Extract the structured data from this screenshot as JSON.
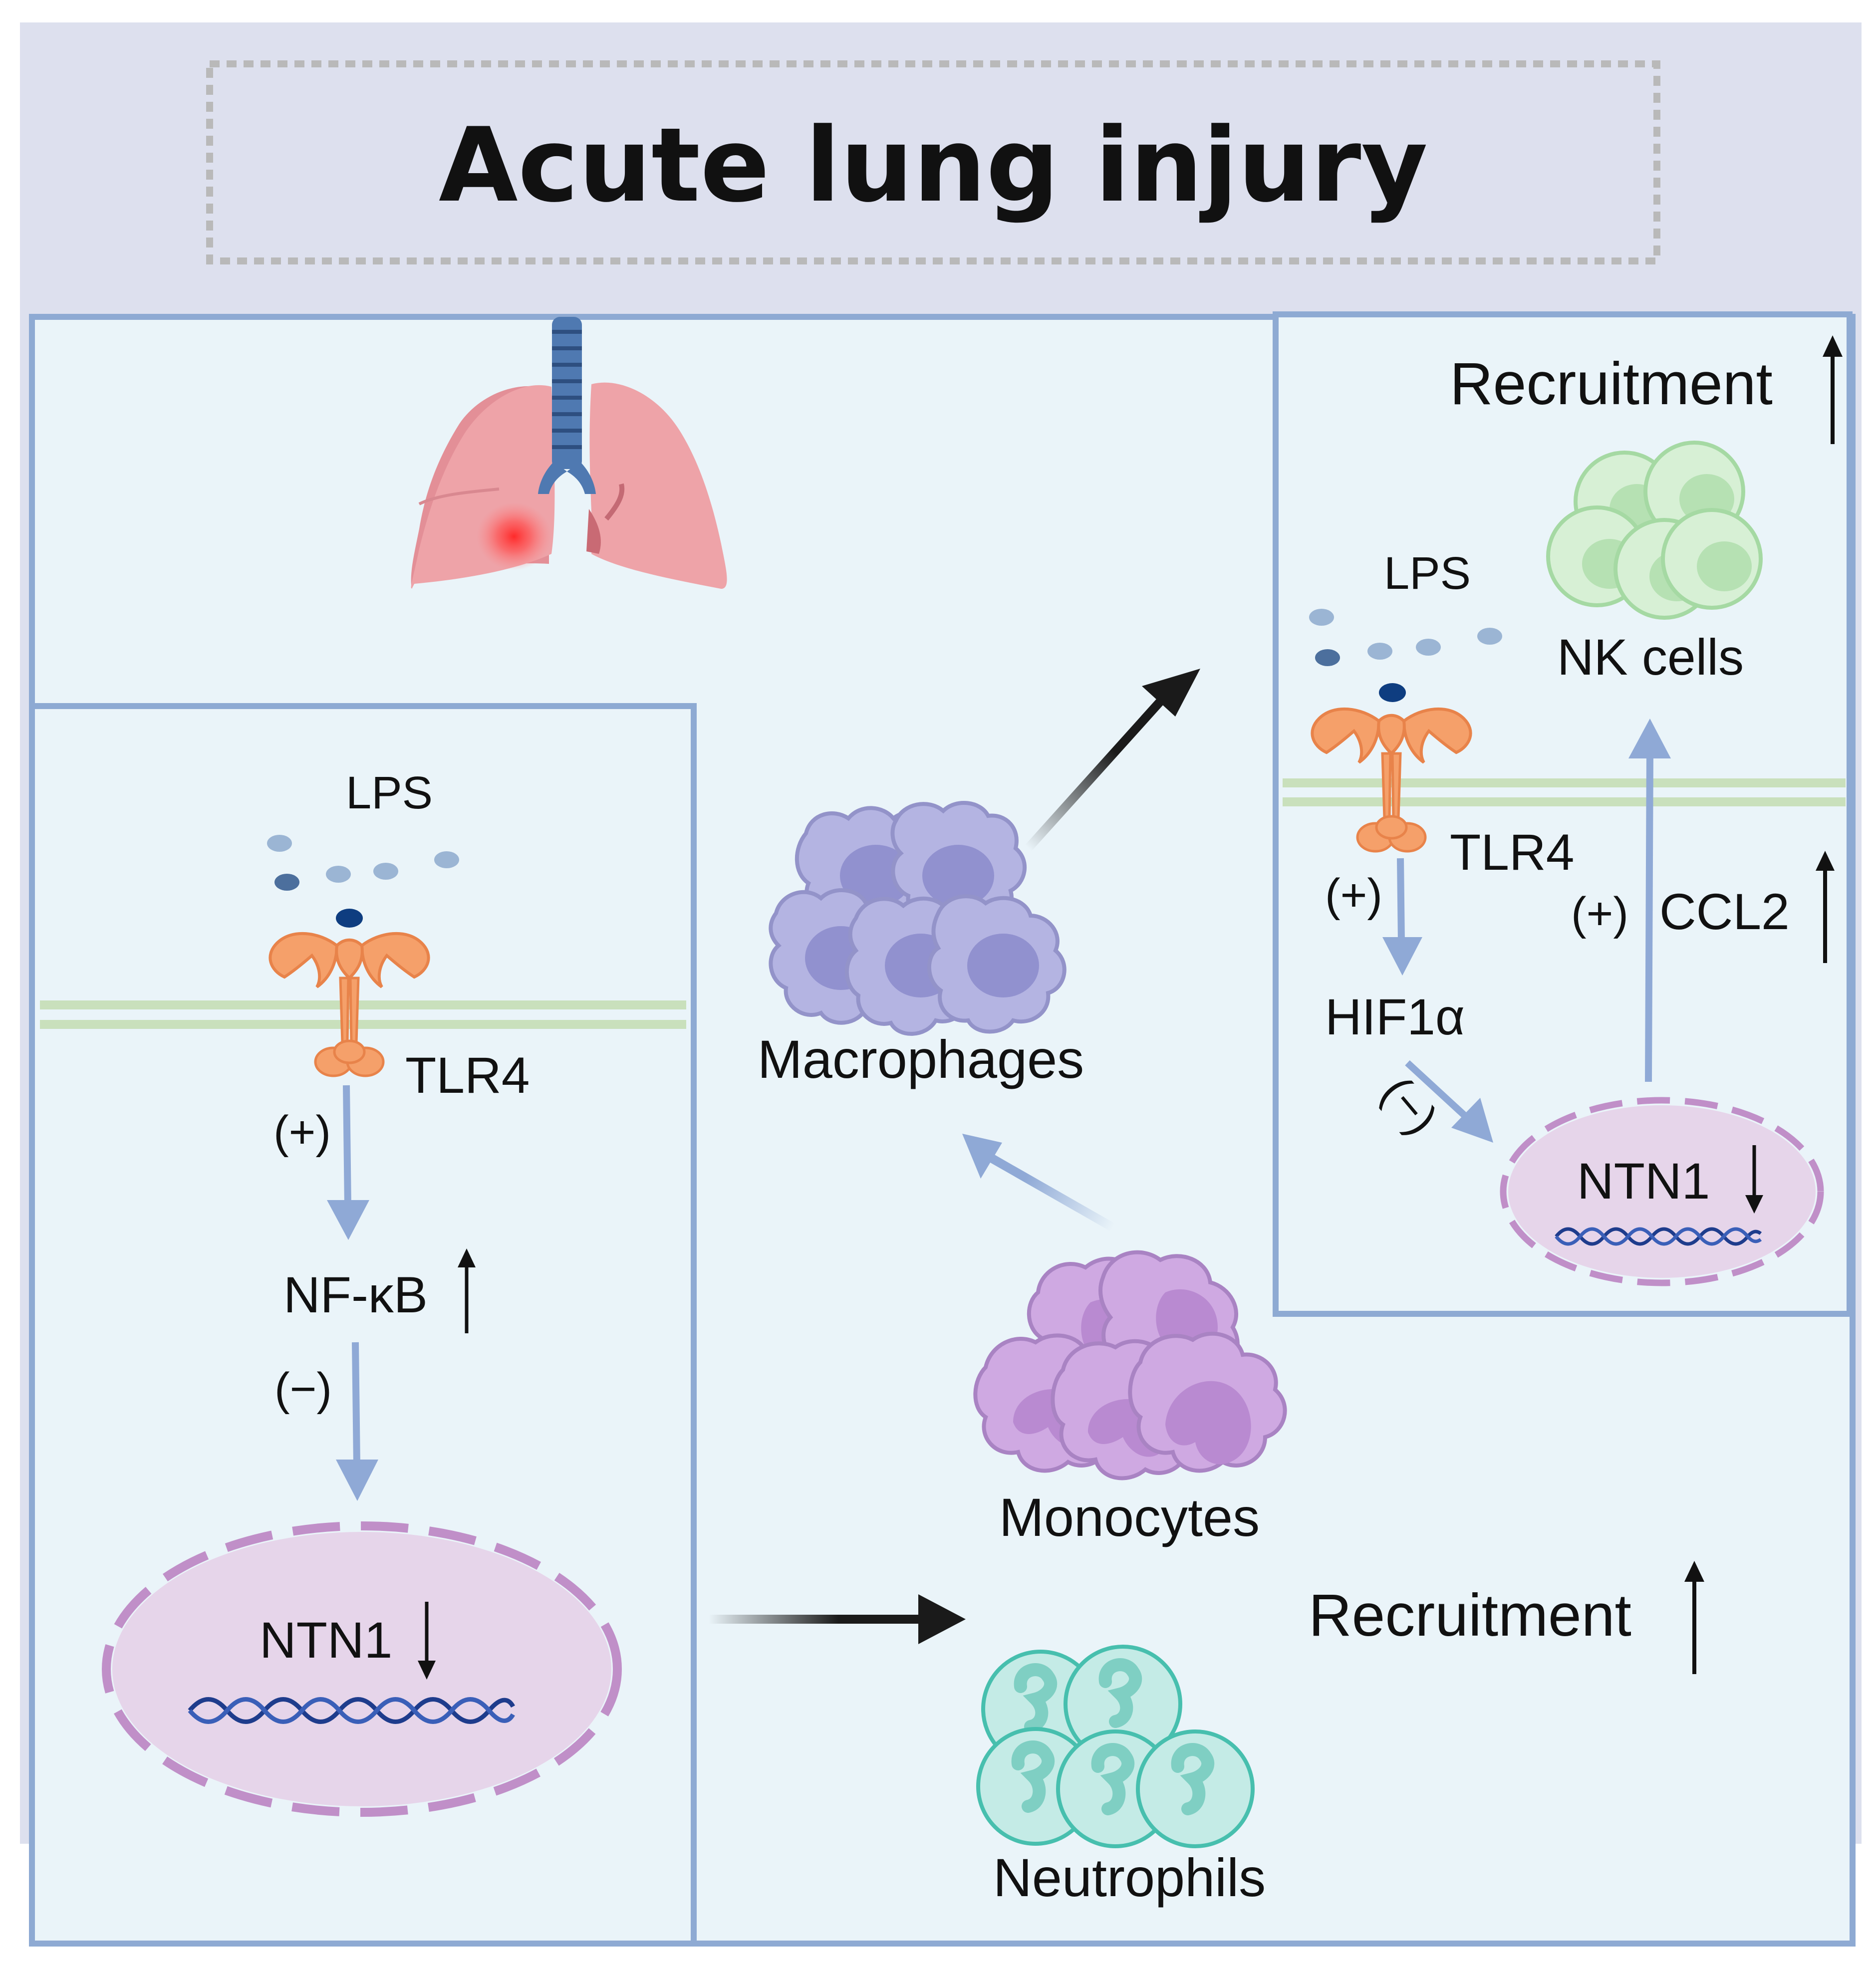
{
  "title": "Acute lung injury",
  "left_panel": {
    "lps": "LPS",
    "tlr4": "TLR4",
    "plus": "(+)",
    "nfkb": "NF-κB",
    "minus": "(−)",
    "ntn1": "NTN1"
  },
  "right_panel": {
    "recruitment": "Recruitment",
    "lps": "LPS",
    "nk_cells": "NK cells",
    "tlr4": "TLR4",
    "plus_left": "(+)",
    "plus_right": "(+)",
    "ccl2": "CCL2",
    "hif1a": "HIF1α",
    "minus": "(−)",
    "ntn1": "NTN1"
  },
  "cells": {
    "macrophages": "Macrophages",
    "monocytes": "Monocytes",
    "neutrophils": "Neutrophils",
    "recruitment": "Recruitment"
  },
  "colors": {
    "header_bg": "#dde0ee",
    "panel_bg": "#eaf4f9",
    "panel_border": "#8eaad3",
    "arrow_blue": "#8fa9d6",
    "membrane": "#c9e0bc",
    "receptor": "#f5a06a",
    "nucleus_fill": "#e6d5ea",
    "nucleus_border": "#c08fc8",
    "dna": "#1e3c8c",
    "lung": "#eea3a8",
    "trachea": "#4f79b1",
    "macrophage": "#aaaadf",
    "monocyte": "#c8a5da",
    "neutrophil": "#b9e5e0",
    "nk_cell": "#c9e9c8"
  }
}
